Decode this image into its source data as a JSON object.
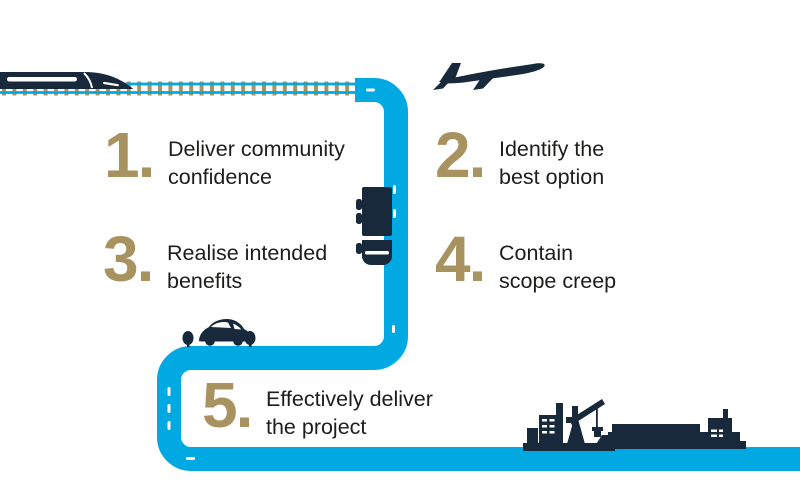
{
  "palette": {
    "navy": "#17293A",
    "road_blue": "#00A9E2",
    "gold": "#A8925F",
    "text_dark": "#1D1D1B",
    "background": "#FFFFFF"
  },
  "steps": [
    {
      "number": "1.",
      "line1": "Deliver community",
      "line2": "confidence"
    },
    {
      "number": "2.",
      "line1": "Identify the",
      "line2": "best option"
    },
    {
      "number": "3.",
      "line1": "Realise intended",
      "line2": "benefits"
    },
    {
      "number": "4.",
      "line1": "Contain",
      "line2": "scope creep"
    },
    {
      "number": "5.",
      "line1": "Effectively deliver",
      "line2": "the project"
    }
  ],
  "icons": [
    "train-icon",
    "railway-track",
    "airplane-icon",
    "road-path",
    "truck-icon",
    "car-icon",
    "bush-icon",
    "port-buildings-icon",
    "crane-icon",
    "cargo-ship-icon"
  ]
}
